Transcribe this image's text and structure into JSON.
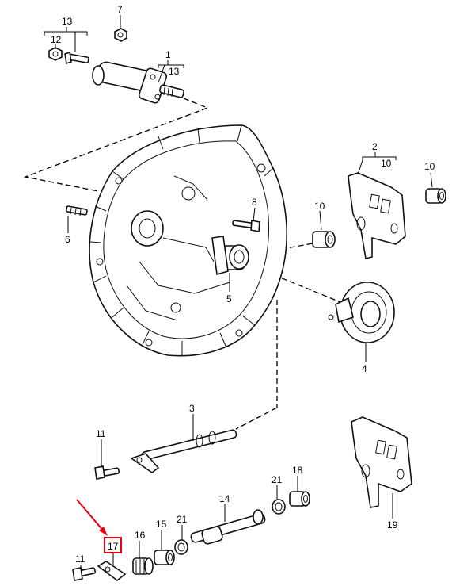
{
  "colors": {
    "highlight": "#e8000b",
    "ink": "#000000"
  },
  "labels": {
    "p1": "1",
    "p2": "2",
    "p3": "3",
    "p4": "4",
    "p5": "5",
    "p6": "6",
    "p7": "7",
    "p8": "8",
    "p10a": "10",
    "p10b": "10",
    "p10c": "10",
    "p11a": "11",
    "p11b": "11",
    "p12": "12",
    "p13a": "13",
    "p13b": "13",
    "p14": "14",
    "p15": "15",
    "p16": "16",
    "p17": "17",
    "p18": "18",
    "p19": "19",
    "p21a": "21",
    "p21b": "21"
  }
}
